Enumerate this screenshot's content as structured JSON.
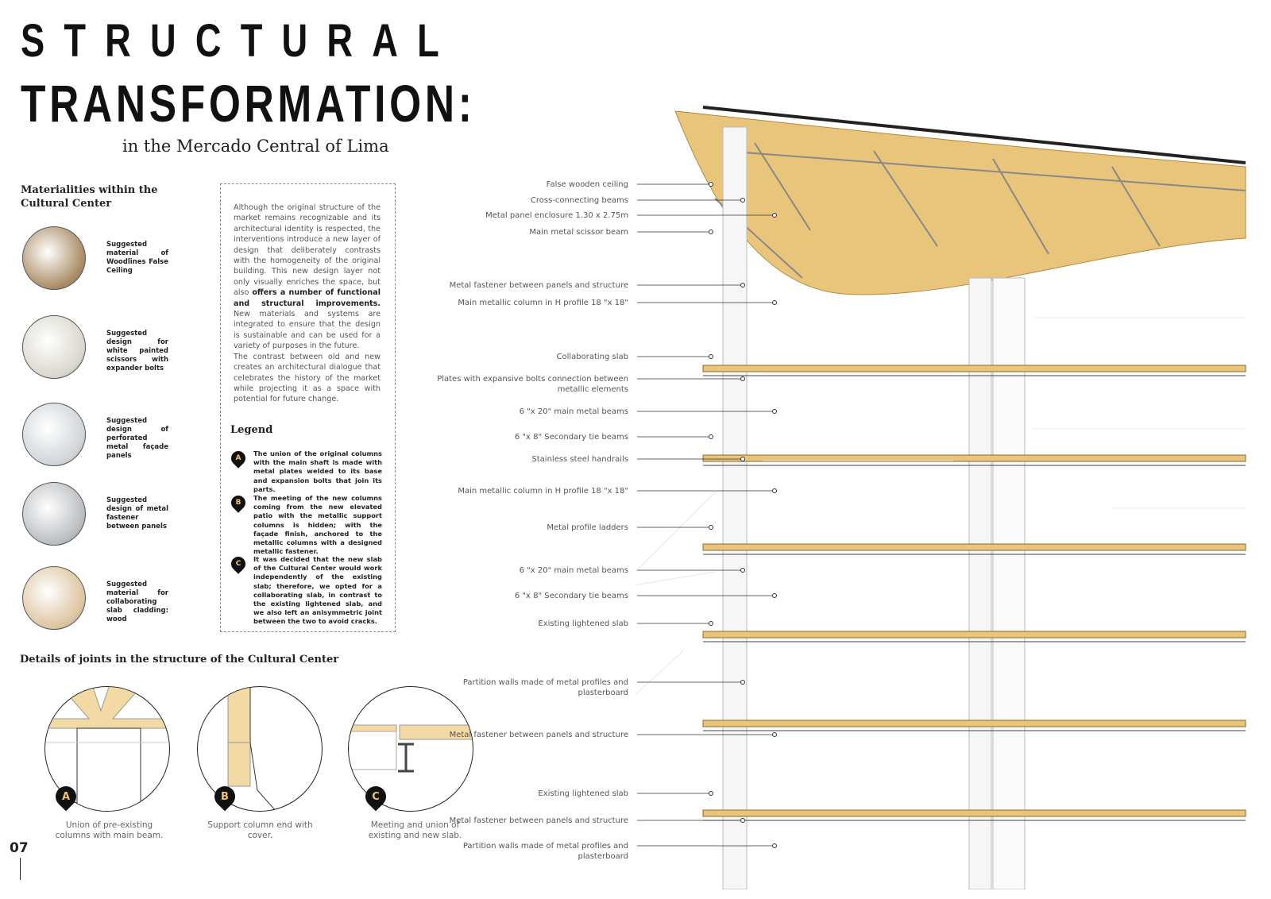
{
  "title": {
    "line1": "STRUCTURAL",
    "line2": "TRANSFORMATION:",
    "subtitle": "in the Mercado Central of Lima"
  },
  "materials": {
    "heading": "Materialities within the Cultural Center",
    "items": [
      {
        "text": "Suggested material of Woodlines False Ceiling",
        "color": "#a88a62"
      },
      {
        "text": "Suggested design for white painted scissors with expander bolts",
        "color": "#d8d6cc"
      },
      {
        "text": "Suggested design of perforated metal façade panels",
        "color": "#cfd4d8"
      },
      {
        "text": "Suggested design of metal fastener between panels",
        "color": "#b9bcbf"
      },
      {
        "text": "Suggested material for collaborating slab cladding: wood",
        "color": "#dcc39e"
      }
    ]
  },
  "description": {
    "part1": "Although the original structure of the market remains recognizable and its architectural identity is respected, the interventions introduce a new layer of design that deliberately contrasts with the homogeneity of the original building. This new design layer not only visually enriches the space, but also ",
    "bold": "offers a number of functional and structural improvements.",
    "part2": " New materials and systems are integrated to ensure that the design is sustainable and can be used for a variety of purposes in the future.",
    "part3": "The contrast between old and new creates an architectural dialogue that celebrates the history of the market while projecting it as a space with potential for future change."
  },
  "legend": {
    "title": "Legend",
    "items": [
      {
        "letter": "A",
        "text": "The union of the original columns with the main shaft is made with metal plates welded to its base and expansion bolts that join its parts."
      },
      {
        "letter": "B",
        "text": "The meeting of the new columns coming from the new elevated patio with the metallic support columns is hidden; with the façade finish, anchored to the metallic columns with a designed metallic fastener."
      },
      {
        "letter": "C",
        "text": "It was decided that the new slab of the Cultural Center would work independently of the existing slab; therefore, we opted for a collaborating slab, in contrast to the existing lightened slab, and we also left an anisymmetric joint between the two to avoid cracks."
      }
    ]
  },
  "joints": {
    "heading": "Details of joints in the structure of the Cultural Center",
    "items": [
      {
        "letter": "A",
        "caption": "Union of pre-existing columns with main beam."
      },
      {
        "letter": "B",
        "caption": "Support column end with cover."
      },
      {
        "letter": "C",
        "caption": "Meeting and union of existing and new slab."
      }
    ]
  },
  "section_labels": [
    "False wooden ceiling",
    "Cross-connecting beams",
    "Metal panel enclosure 1.30 x 2.75m",
    "Main metal scissor beam",
    "Metal fastener between panels and structure",
    "Main metallic column in H profile 18 \"x 18\"",
    "Collaborating slab",
    "Plates with expansive bolts connection between metallic elements",
    "6 \"x 20\" main metal beams",
    "6 \"x 8\" Secondary tie beams",
    "Stainless steel handrails",
    "Main metallic column in H profile 18 \"x 18\"",
    "Metal profile ladders",
    "6 \"x 20\" main metal beams",
    "6 \"x 8\" Secondary tie beams",
    "Existing lightened slab",
    "Partition walls made of metal profiles and plasterboard",
    "Metal fastener between panels and structure",
    "Existing lightened slab",
    "Metal fastener between panels and structure",
    "Partition walls made of metal profiles and plasterboard"
  ],
  "page_number": "07",
  "colors": {
    "wood": "#e9c57c",
    "ink": "#111111"
  }
}
